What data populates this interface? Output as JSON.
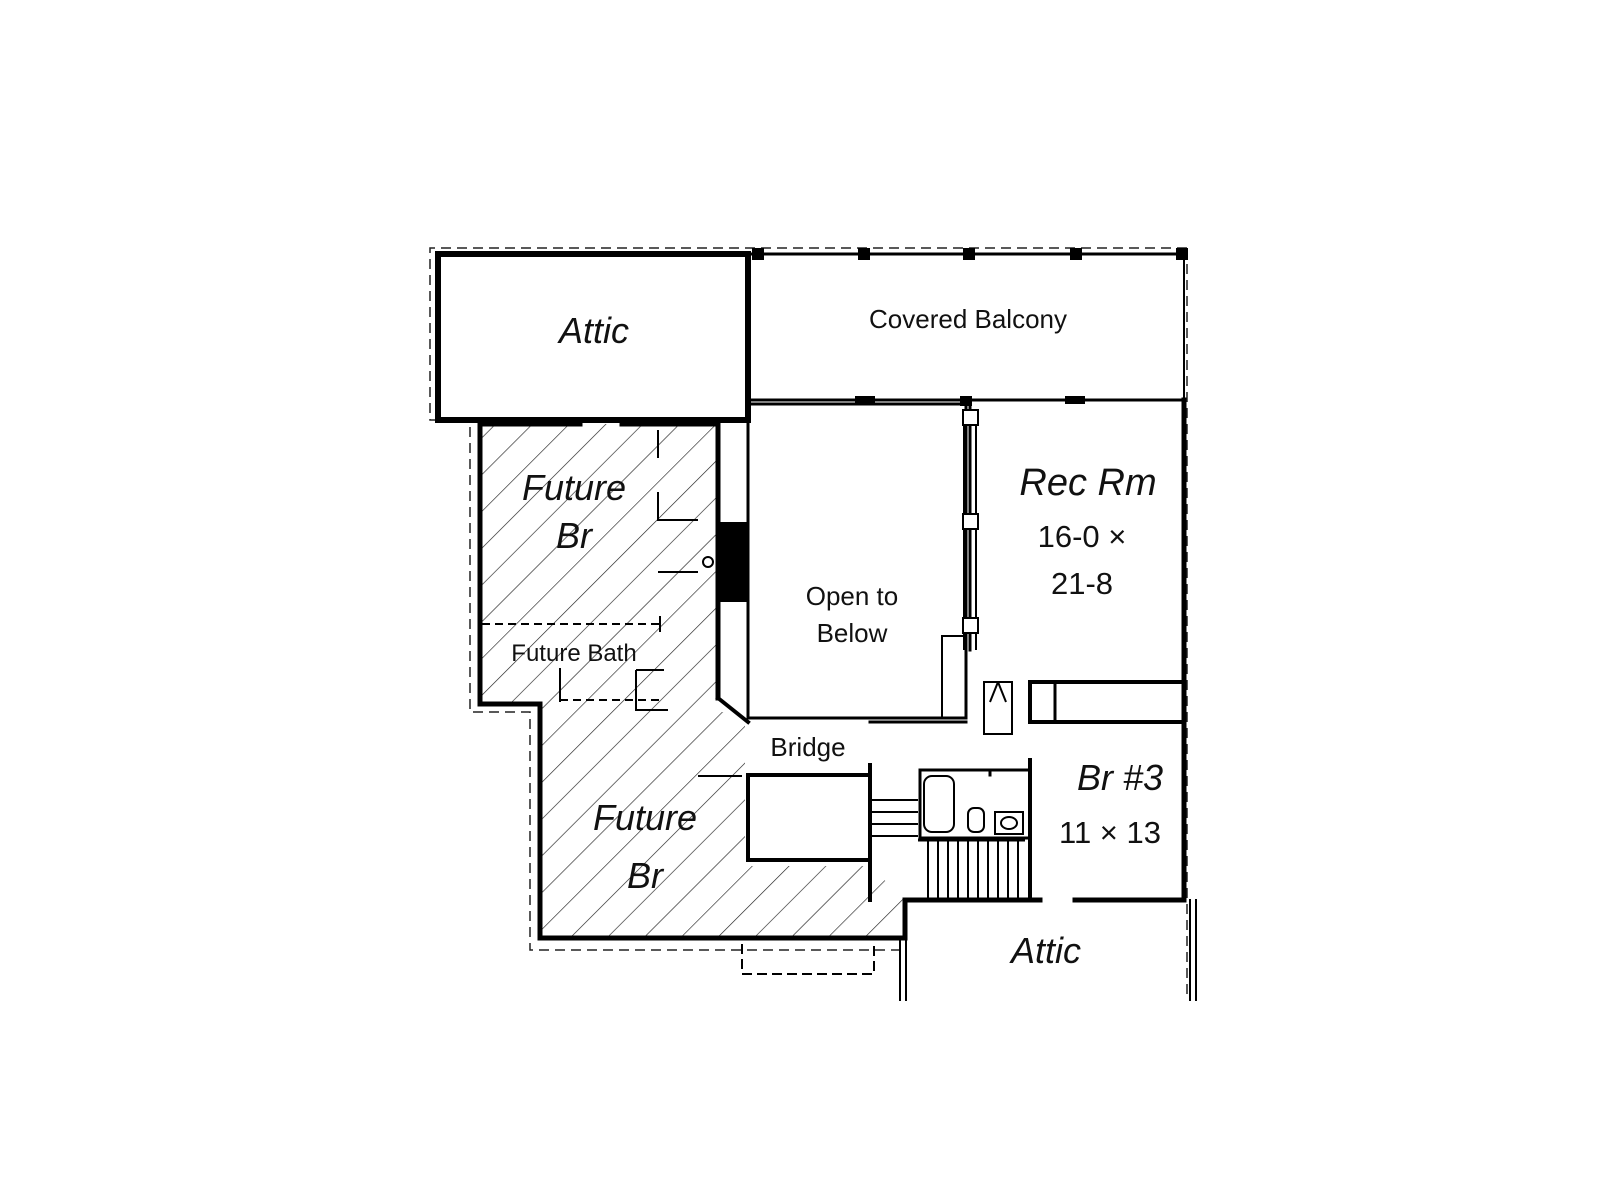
{
  "plan": {
    "rooms": {
      "attic_top": "Attic",
      "covered_balcony": "Covered Balcony",
      "future_br_upper_line1": "Future",
      "future_br_upper_line2": "Br",
      "future_bath": "Future Bath",
      "open_to_below_line1": "Open to",
      "open_to_below_line2": "Below",
      "rec_rm_name": "Rec Rm",
      "rec_rm_dim1": "16-0 ×",
      "rec_rm_dim2": "21-8",
      "bridge": "Bridge",
      "br3_name": "Br #3",
      "br3_dim": "11 × 13",
      "future_br_lower_line1": "Future",
      "future_br_lower_line2": "Br",
      "attic_bottom": "Attic"
    },
    "colors": {
      "ink": "#111111",
      "background": "#ffffff"
    }
  }
}
